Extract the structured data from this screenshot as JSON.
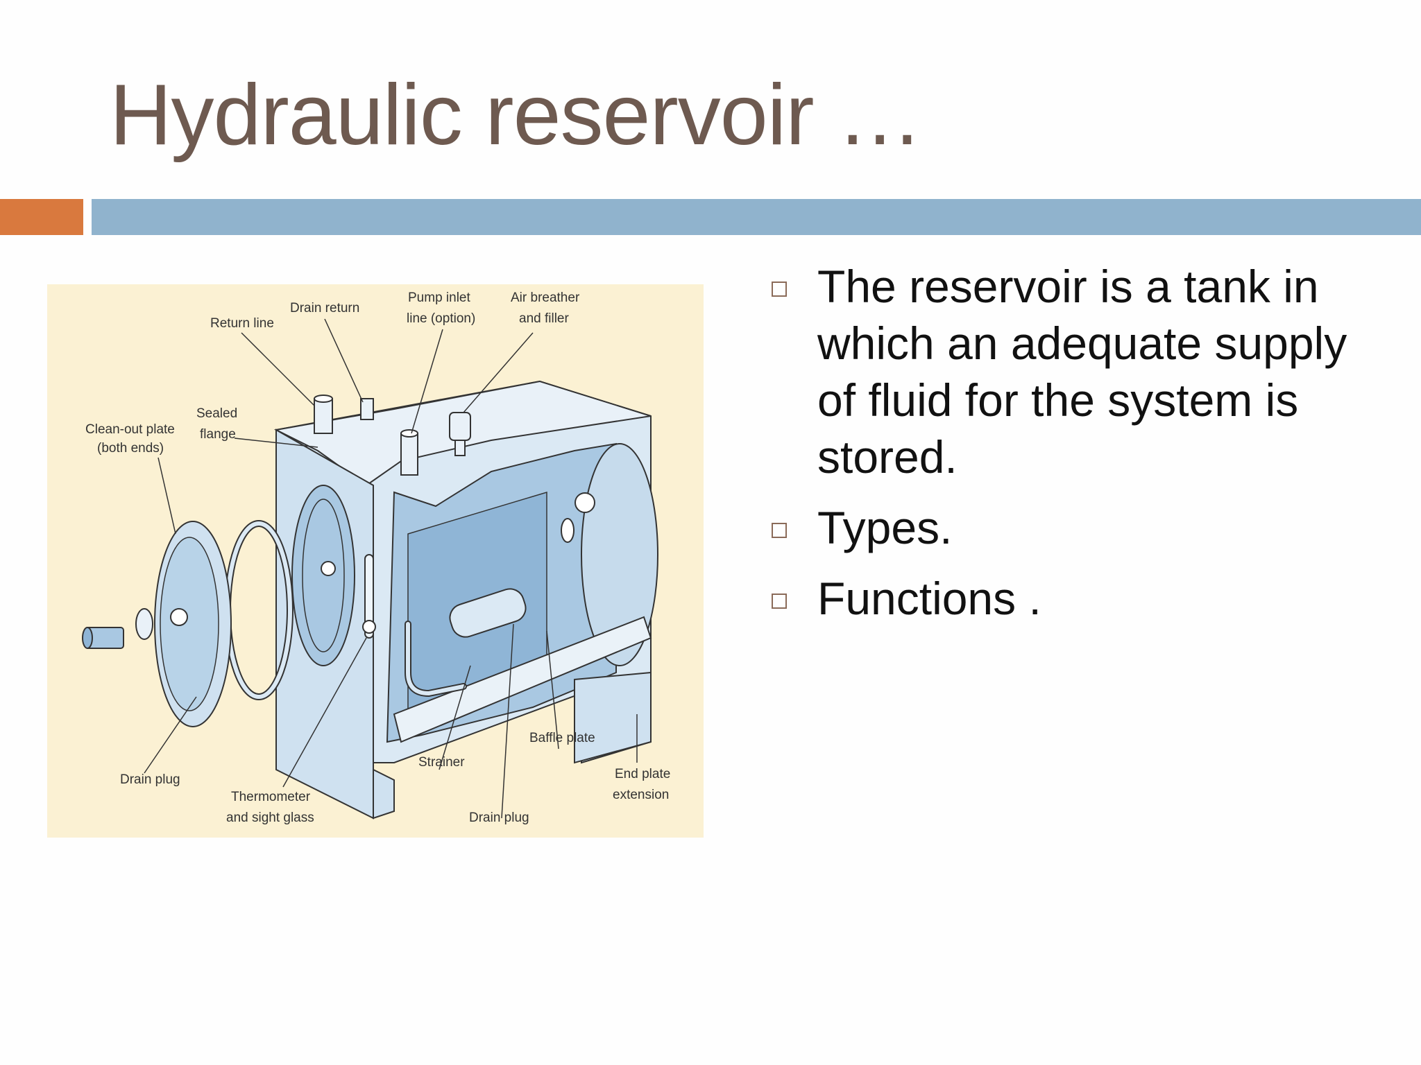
{
  "slide": {
    "title": "Hydraulic reservoir …"
  },
  "bullets": [
    "The reservoir is a tank in which an adequate supply of fluid for the system is stored.",
    "Types.",
    "Functions ."
  ],
  "diagram": {
    "labels": {
      "return_line": "Return line",
      "drain_return": "Drain return",
      "pump_inlet_1": "Pump inlet",
      "pump_inlet_2": "line (option)",
      "air_breather_1": "Air breather",
      "air_breather_2": "and filler",
      "sealed_1": "Sealed",
      "sealed_2": "flange",
      "cleanout_1": "Clean-out plate",
      "cleanout_2": "(both ends)",
      "drain_plug_left": "Drain plug",
      "thermo_1": "Thermometer",
      "thermo_2": "and sight glass",
      "strainer": "Strainer",
      "drain_plug_bottom": "Drain plug",
      "baffle_plate": "Baffle plate",
      "end_plate_1": "End plate",
      "end_plate_2": "extension"
    }
  },
  "colors": {
    "title": "#6e5a50",
    "accent_orange": "#d9793e",
    "accent_blue": "#90b3cd",
    "diagram_bg": "#fbf1d3",
    "tank_light": "#dbe9f4",
    "tank_mid": "#a9c8e2"
  }
}
